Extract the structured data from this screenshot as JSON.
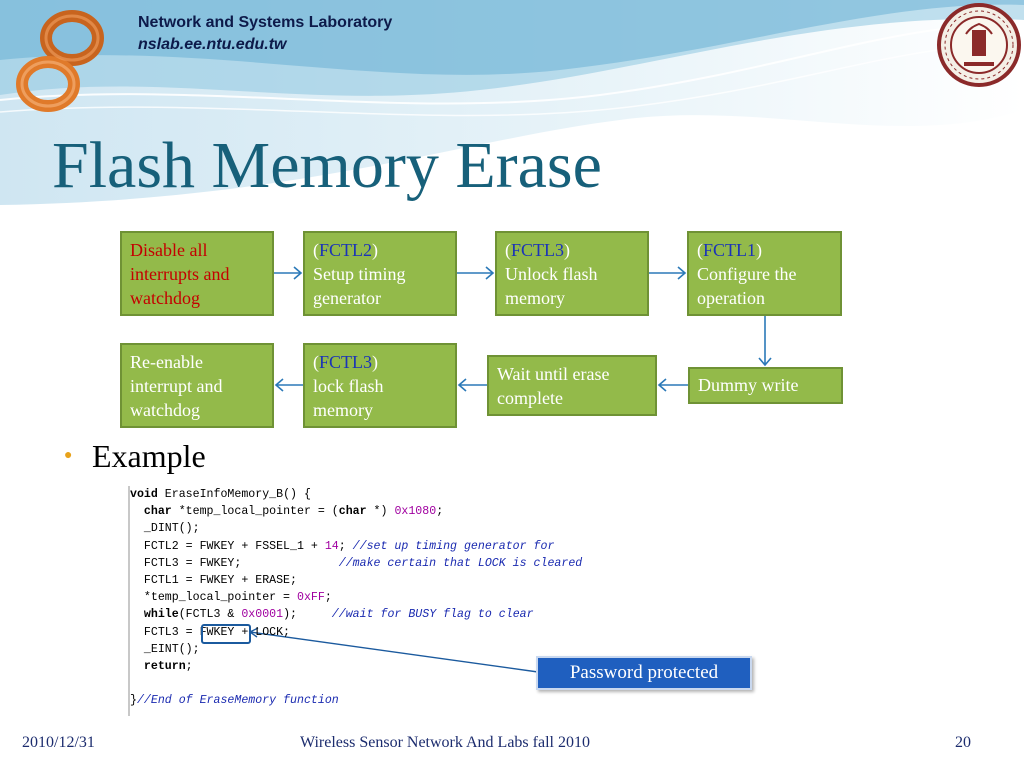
{
  "header": {
    "lab_name": "Network and Systems Laboratory",
    "lab_url": "nslab.ee.ntu.edu.tw"
  },
  "title": "Flash Memory Erase",
  "flow": {
    "step1": "Disable all interrupts and watchdog",
    "step2": {
      "reg": "FCTL2",
      "text": "Setup timing generator"
    },
    "step3": {
      "reg": "FCTL3",
      "text": "Unlock flash memory"
    },
    "step4": {
      "reg": "FCTL1",
      "text": "Configure the operation"
    },
    "step5": "Dummy write",
    "step6": "Wait until erase complete",
    "step7": {
      "reg": "FCTL3",
      "text": "lock flash memory"
    },
    "step8": "Re-enable interrupt and watchdog"
  },
  "bullet": "Example",
  "code": {
    "l1_kw": "void",
    "l1_rest": " EraseInfoMemory_B() {",
    "l2_indent": "  ",
    "l2_kw1": "char",
    "l2_mid": " *temp_local_pointer = (",
    "l2_kw2": "char",
    "l2_mid2": " *) ",
    "l2_num": "0x1080",
    "l2_end": ";",
    "l3": "  _DINT();",
    "l4_code": "  FCTL2 = FWKEY + FSSEL_1 + ",
    "l4_num": "14",
    "l4_mid": "; ",
    "l4_comment": "//set up timing generator for",
    "l5_code": "  FCTL3 = FWKEY;              ",
    "l5_comment": "//make certain that LOCK is cleared",
    "l6": "  FCTL1 = FWKEY + ERASE;",
    "l7_code": "  *temp_local_pointer = ",
    "l7_num": "0xFF",
    "l7_end": ";",
    "l8_indent": "  ",
    "l8_kw": "while",
    "l8_code": "(FCTL3 & ",
    "l8_num": "0x0001",
    "l8_mid": ");     ",
    "l8_comment": "//wait for BUSY flag to clear",
    "l9": "  FCTL3 = FWKEY + LOCK;",
    "l10": "  _EINT();",
    "l11_indent": "  ",
    "l11_kw": "return",
    "l11_end": ";",
    "l12": "",
    "l13_code": "}",
    "l13_comment": "//End of EraseMemory function"
  },
  "callout": "Password protected",
  "footer": {
    "date": "2010/12/31",
    "course": "Wireless Sensor Network And Labs fall 2010",
    "page": "20"
  },
  "colors": {
    "title": "#17607a",
    "box_fill": "#93ba4a",
    "arrow": "#2b79b8",
    "callout": "#1f5fbf"
  }
}
